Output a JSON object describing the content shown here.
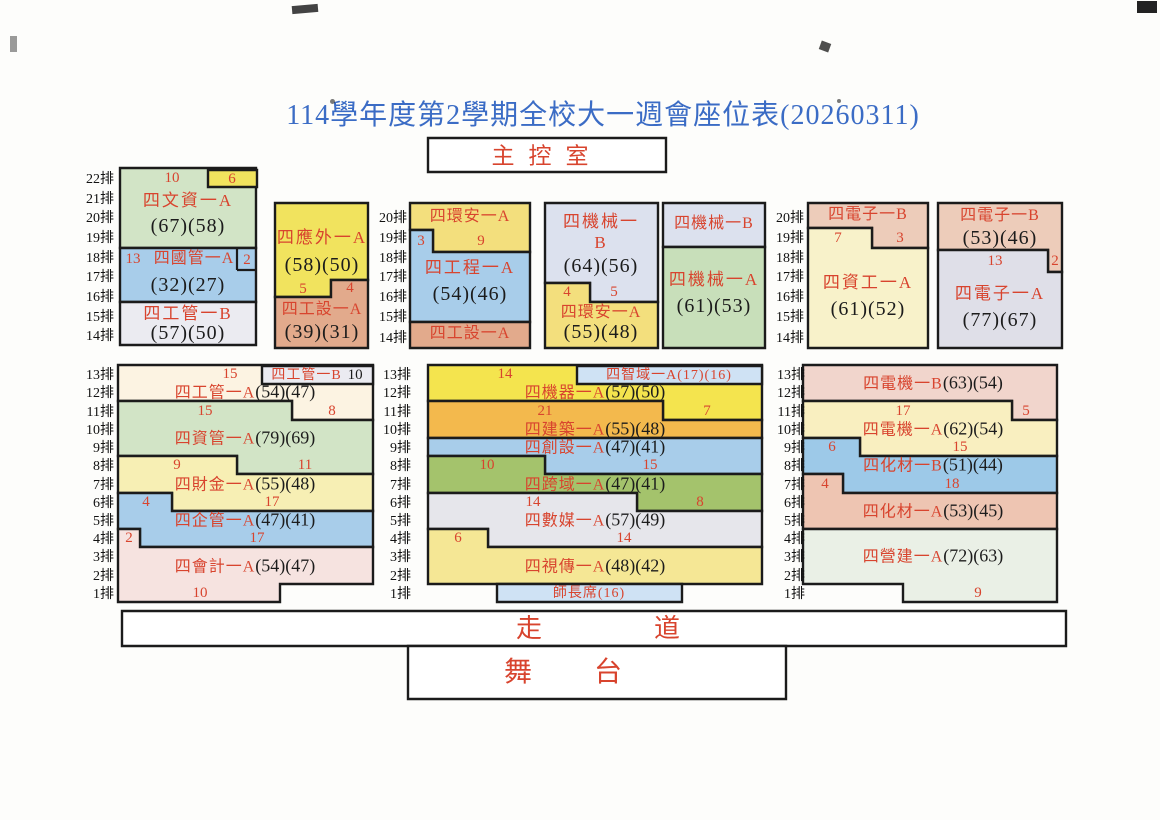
{
  "title": "114學年度第2學期全校大一週會座位表(20260311)",
  "areas": {
    "control_room": "主控室",
    "aisle": "走道",
    "stage": "舞台",
    "teacher_row": "師長席(16)"
  },
  "row_labels": {
    "top": [
      "22排",
      "21排",
      "20排",
      "19排",
      "18排",
      "17排",
      "16排",
      "15排",
      "14排"
    ],
    "mid": [
      "20排",
      "19排",
      "18排",
      "17排",
      "16排",
      "15排",
      "14排"
    ],
    "bottom": [
      "13排",
      "12排",
      "11排",
      "10排",
      "9排",
      "8排",
      "7排",
      "6排",
      "5排",
      "4排",
      "3排",
      "2排",
      "1排"
    ]
  },
  "classes": {
    "wenzi": {
      "label": "四文資一A",
      "counts": "(67)(58)"
    },
    "guoguan": {
      "label": "四國管一A",
      "counts": "(32)(27)"
    },
    "gongguanB": {
      "label": "四工管一B",
      "counts": "(57)(50)"
    },
    "yingwai": {
      "label": "四應外一A",
      "counts": "(58)(50)"
    },
    "gongsheA": {
      "label": "四工設一A",
      "counts": "(39)(31)"
    },
    "huananA": {
      "label": "四環安一A",
      "counts": "(55)(48)"
    },
    "gongchengA": {
      "label": "四工程一A",
      "counts": "(54)(46)"
    },
    "jixieB": {
      "label": "四機械一B",
      "label_line1": "四機械一",
      "label_line2": "B",
      "counts": "(64)(56)"
    },
    "jixieA": {
      "label": "四機械一A",
      "counts": "(61)(53)"
    },
    "dianziB": {
      "label": "四電子一B",
      "counts": "(53)(46)"
    },
    "zigongA": {
      "label": "四資工一A",
      "counts": "(61)(52)"
    },
    "dianziA": {
      "label": "四電子一A",
      "counts": "(77)(67)"
    },
    "gongguanA": {
      "label": "四工管一A",
      "counts": "(54)(47)"
    },
    "gongguanB_box": {
      "label": "四工管一B",
      "count": "10"
    },
    "ziguanA": {
      "label": "四資管一A",
      "counts": "(79)(69)"
    },
    "caijinA": {
      "label": "四財金一A",
      "counts": "(55)(48)"
    },
    "qiguanA": {
      "label": "四企管一A",
      "counts": "(47)(41)"
    },
    "kuaijiA": {
      "label": "四會計一A",
      "counts": "(54)(47)"
    },
    "zhiyuA": {
      "label": "四智域一A(17)(16)"
    },
    "jiqiA": {
      "label": "四機器一A",
      "counts": "(57)(50)"
    },
    "jianzhuA": {
      "label": "四建築一A",
      "counts": "(55)(48)"
    },
    "chuangsheA": {
      "label": "四創設一A",
      "counts": "(47)(41)"
    },
    "kuayuA": {
      "label": "四跨域一A",
      "counts": "(47)(41)"
    },
    "shumeiA": {
      "label": "四數媒一A",
      "counts": "(57)(49)"
    },
    "shichuanA": {
      "label": "四視傳一A",
      "counts": "(48)(42)"
    },
    "dianjiB": {
      "label": "四電機一B",
      "counts": "(63)(54)"
    },
    "dianjiA": {
      "label": "四電機一A",
      "counts": "(62)(54)"
    },
    "huacaiB": {
      "label": "四化材一B",
      "counts": "(51)(44)"
    },
    "huacaiA": {
      "label": "四化材一A",
      "counts": "(53)(45)"
    },
    "yingjianA": {
      "label": "四營建一A",
      "counts": "(72)(63)"
    }
  },
  "nums": {
    "wenzi_r22": "10",
    "wenzi_r22_right": "6",
    "guoguan_r18": "13",
    "guoguan_r18_right": "2",
    "yingwai_r16": "5",
    "gongsheA_r16": "4",
    "gongcheng_r19": "3",
    "huanan_r19": "9",
    "huananA_r16": "4",
    "jixieB_r16": "5",
    "zigong_r19": "7",
    "dianziB_r19": "3",
    "dianziA_r18": "13",
    "dianziB_r18": "2",
    "gongguanA_r13": "15",
    "gongguanA_r11": "8",
    "ziguan_r11": "15",
    "ziguan_r8": "11",
    "caijin_r8": "9",
    "caijin_r6": "17",
    "qiguan_r6": "4",
    "qiguan_r4": "17",
    "kuaiji_r4": "2",
    "kuaiji_r1": "10",
    "jiqi_r13": "14",
    "jiqi_r11": "7",
    "jianzhu_r11": "21",
    "chuangshe_r8": "15",
    "kuayu_r8": "10",
    "kuayu_r6": "8",
    "shumei_r6": "14",
    "shumei_r4": "14",
    "shichuan_r4": "6",
    "dianjiA_r11": "17",
    "dianjiB_r11": "5",
    "dianjiA_r9": "15",
    "huacaiB_r9": "6",
    "huacaiB_r7": "18",
    "huacaiA_r7": "4",
    "yingjian_r1": "9"
  },
  "colors": {
    "green1": "#d2e4c6",
    "green2": "#c8dfba",
    "green3": "#a4c36c",
    "yellow1": "#f1e35e",
    "yellow2": "#f3df7d",
    "yellow3": "#f4e44e",
    "yellow4": "#f5e795",
    "paleyellow1": "#f8f2ca",
    "paleyellow2": "#f7efb4",
    "paleyellow3": "#f9efc0",
    "blue": "#a8cdea",
    "blue2": "#9dc9e8",
    "lav": "#dce1ee",
    "gray1": "#ebebf1",
    "gray2": "#dfdfe8",
    "gray3": "#e6e6eb",
    "salmon1": "#e2aa8c",
    "salmon2": "#edccba",
    "salmon3": "#eec5b2",
    "cream": "#fcf3e2",
    "pink1": "#f6e3e0",
    "pink2": "#f1d5cc",
    "orange": "#f3b94d",
    "paleblue": "#cfe2f4",
    "palegreen": "#eaf0e6",
    "border": "#1b1b1b",
    "white": "#ffffff"
  }
}
